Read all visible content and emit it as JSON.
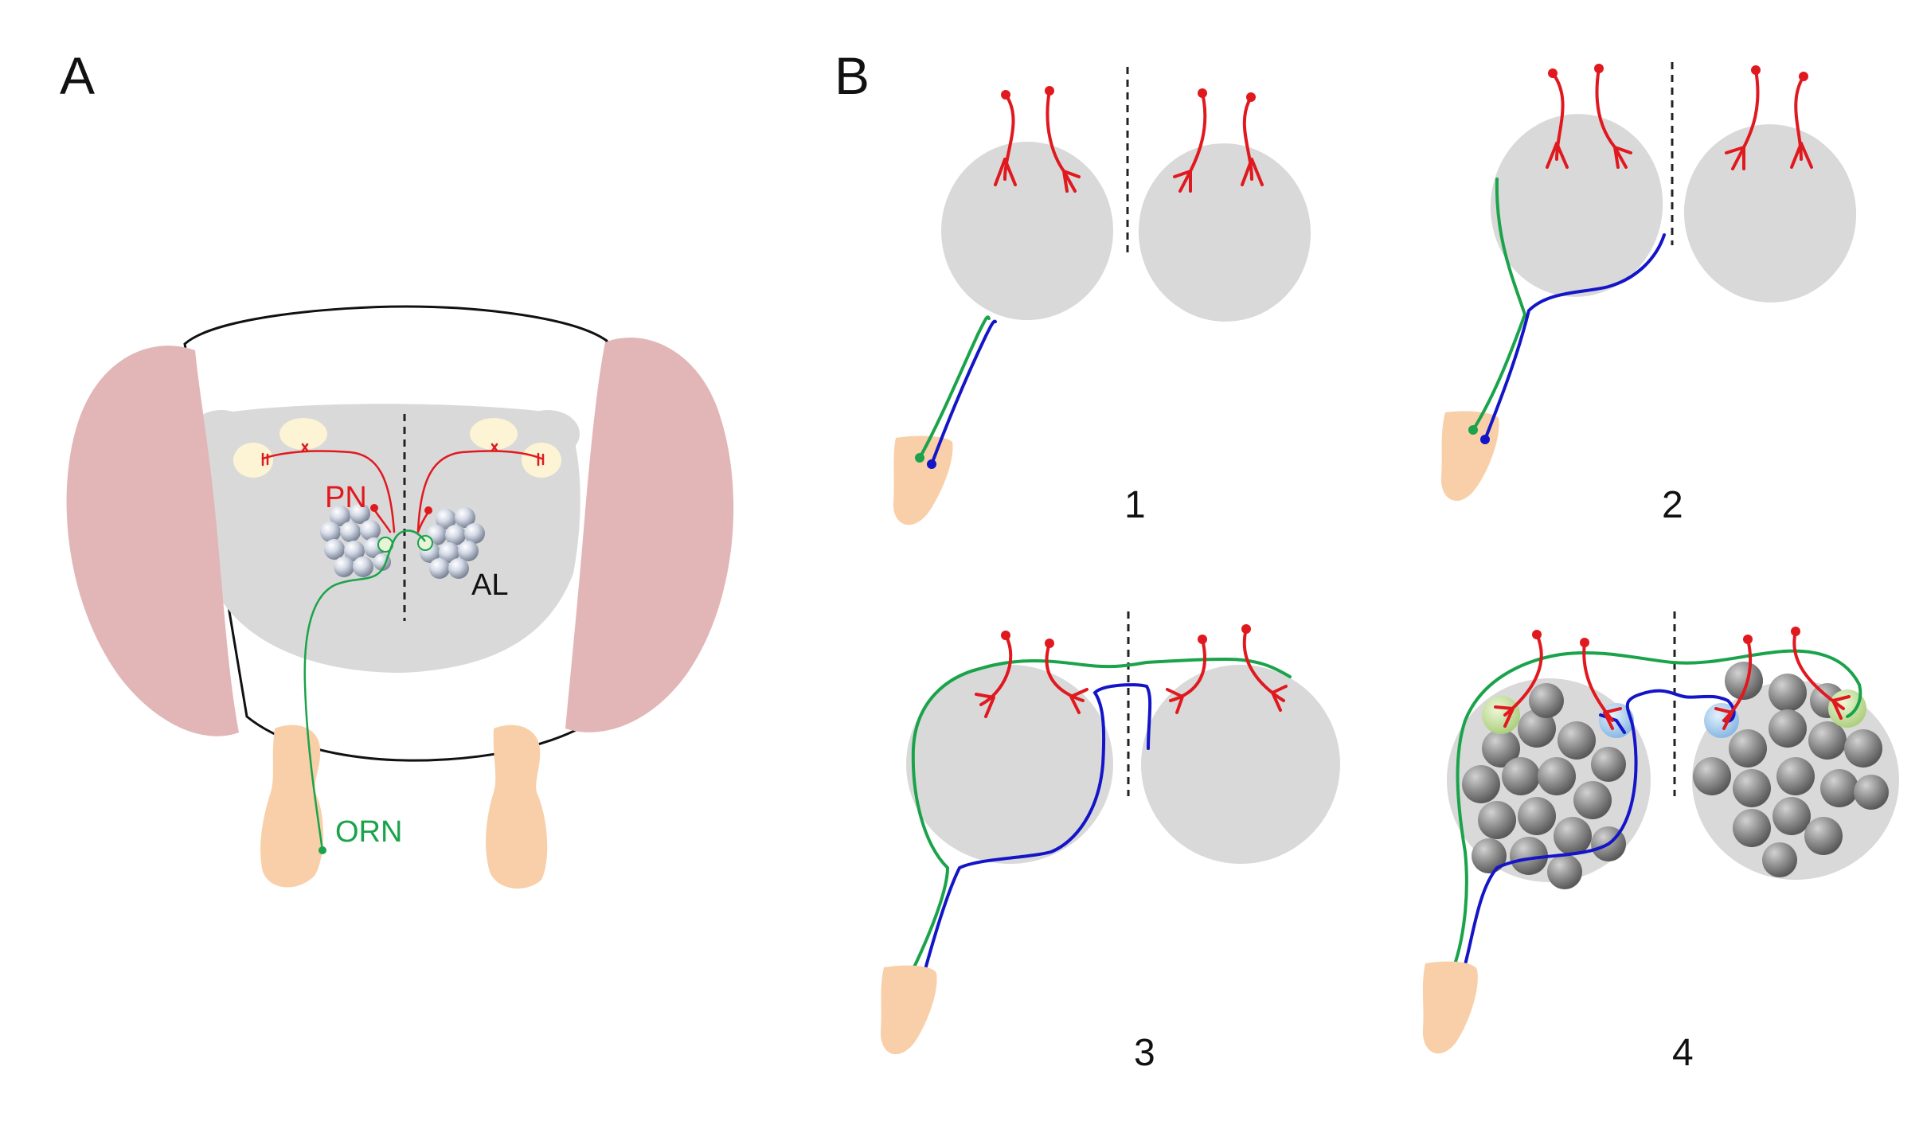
{
  "panels": {
    "a": {
      "label": "A"
    },
    "b": {
      "label": "B"
    }
  },
  "labels": {
    "pn": "PN",
    "al": "AL",
    "orn": "ORN"
  },
  "steps": [
    "1",
    "2",
    "3",
    "4"
  ],
  "colors": {
    "orn_axon_green": "#1aa34a",
    "orn_axon_blue": "#1414c8",
    "projection_neuron": "#e0191f",
    "antennal_lobe": "#d9d9d9",
    "brain_outline": "#111111",
    "optic_lobe": "#e2b6b6",
    "antenna": "#f8cfa8",
    "calyx": "#fcf4d4",
    "glomerulus": "#8e8e8e",
    "target_glomerulus_green": "#c8e6a0",
    "target_glomerulus_blue": "#a8cff0"
  }
}
